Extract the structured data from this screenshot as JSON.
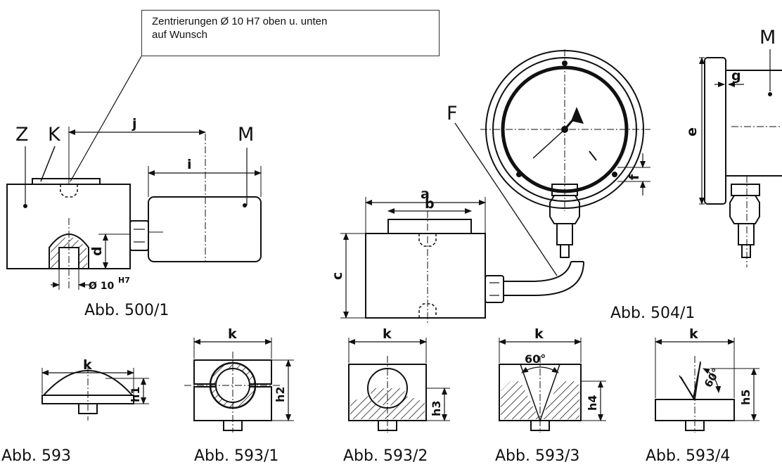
{
  "note": {
    "line1": "Zentrierungen  Ø 10 H7 oben u. unten",
    "line2": "auf Wunsch"
  },
  "labels": {
    "z": "Z",
    "k_top": "K",
    "m_left": "M",
    "f": "F",
    "m_right": "M"
  },
  "dimensions": {
    "j": "j",
    "i": "i",
    "d": "d",
    "phi": "Ø 10",
    "phi_sup": "H7",
    "a": "a",
    "b": "b",
    "c": "c",
    "e": "e",
    "f": "f",
    "g": "g",
    "k1": "k",
    "k2": "k",
    "k3": "k",
    "k4": "k",
    "k5": "k",
    "h1": "h1",
    "h2": "h2",
    "h3": "h3",
    "h4": "h4",
    "h5": "h5",
    "angle3": "60°",
    "angle4": "60°"
  },
  "captions": {
    "c500": "Abb. 500/1",
    "c504": "Abb. 504/1",
    "c593": "Abb. 593",
    "c593_1": "Abb. 593/1",
    "c593_2": "Abb. 593/2",
    "c593_3": "Abb. 593/3",
    "c593_4": "Abb. 593/4"
  }
}
